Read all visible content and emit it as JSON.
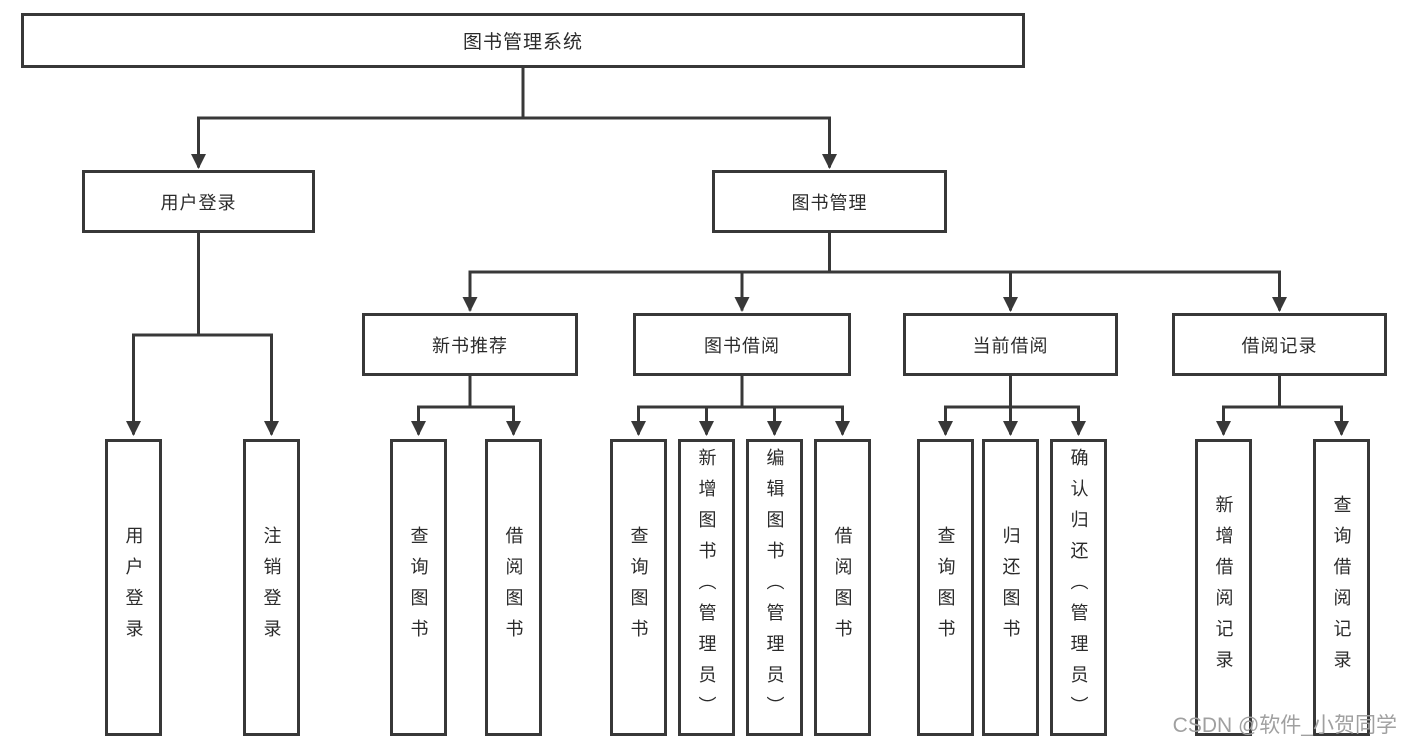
{
  "diagram": {
    "root": {
      "label": "图书管理系统"
    },
    "branches": [
      {
        "label": "用户登录",
        "children": [
          {
            "label": "用户登录"
          },
          {
            "label": "注销登录"
          }
        ]
      },
      {
        "label": "图书管理",
        "sections": [
          {
            "label": "新书推荐",
            "children": [
              {
                "label": "查询图书"
              },
              {
                "label": "借阅图书"
              }
            ]
          },
          {
            "label": "图书借阅",
            "children": [
              {
                "label": "查询图书"
              },
              {
                "label": "新增图书（管理员）"
              },
              {
                "label": "编辑图书（管理员）"
              },
              {
                "label": "借阅图书"
              }
            ]
          },
          {
            "label": "当前借阅",
            "children": [
              {
                "label": "查询图书"
              },
              {
                "label": "归还图书"
              },
              {
                "label": "确认归还（管理员）"
              }
            ]
          },
          {
            "label": "借阅记录",
            "children": [
              {
                "label": "新增借阅记录"
              },
              {
                "label": "查询借阅记录"
              }
            ]
          }
        ]
      }
    ],
    "watermark": "CSDN @软件_小贺同学",
    "colors": {
      "stroke": "#383838",
      "text": "#2b2b2b",
      "watermark": "#a0a0a0",
      "background": "#ffffff"
    }
  }
}
